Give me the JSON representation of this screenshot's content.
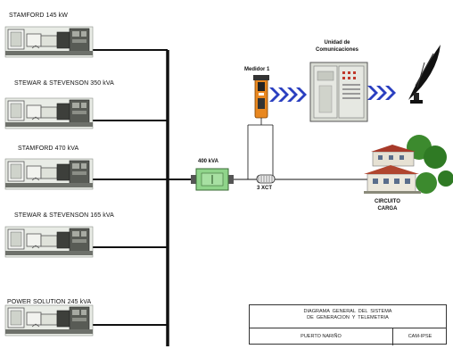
{
  "generators": [
    {
      "label": "STAMFORD   145 kW"
    },
    {
      "label": "STEWAR & STEVENSON  350 kVA"
    },
    {
      "label": "STAMFORD     470 kVA"
    },
    {
      "label": "STEWAR & STEVENSON  165 kVA"
    },
    {
      "label": "POWER SOLUTION     245 kVA"
    }
  ],
  "equipment": {
    "breaker_label": "400 kVA",
    "meter_label": "Medidor 1",
    "unit_label": "Unidad de\nComunicaciones",
    "ct_label": "3 XCT",
    "load_label": "CIRCUITO\nCARGA"
  },
  "title_block": {
    "title": "DIAGRAMA  GENERAL  DEL  SISTEMA\nDE  GENERACION  Y  TELEMETRIA",
    "place": "PUERTO  NARIÑO",
    "code": "CAM-IPSE"
  },
  "colors": {
    "line": "#111111",
    "breaker": "#8fd48a",
    "meter": "#e8871f",
    "arrows": "#2a3fc0",
    "cabinet": "#d9dcd4"
  }
}
